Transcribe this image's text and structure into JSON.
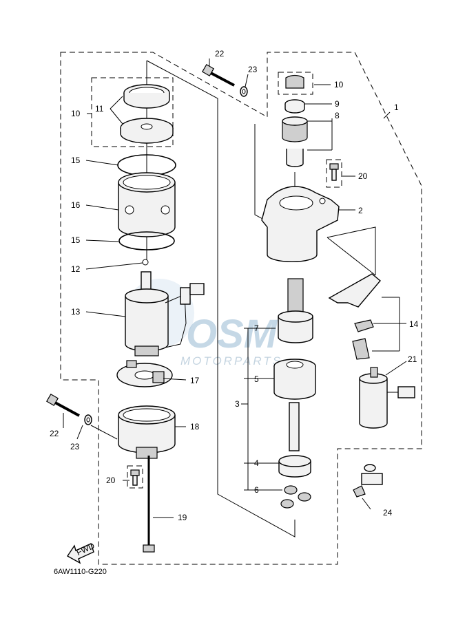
{
  "diagram": {
    "code": "6AW1110-G220",
    "fwd_label": "FWD",
    "watermark": {
      "brand": "OSM",
      "sub": "MOTORPARTS"
    },
    "callouts": {
      "c1": "1",
      "c2": "2",
      "c3": "3",
      "c4": "4",
      "c5": "5",
      "c6": "6",
      "c7": "7",
      "c8": "8",
      "c9": "9",
      "c10a": "10",
      "c10b": "10",
      "c11": "11",
      "c12": "12",
      "c13": "13",
      "c14": "14",
      "c15a": "15",
      "c15b": "15",
      "c16": "16",
      "c17": "17",
      "c18": "18",
      "c19": "19",
      "c20a": "20",
      "c20b": "20",
      "c21": "21",
      "c22a": "22",
      "c22b": "22",
      "c23a": "23",
      "c23b": "23",
      "c24": "24"
    }
  }
}
